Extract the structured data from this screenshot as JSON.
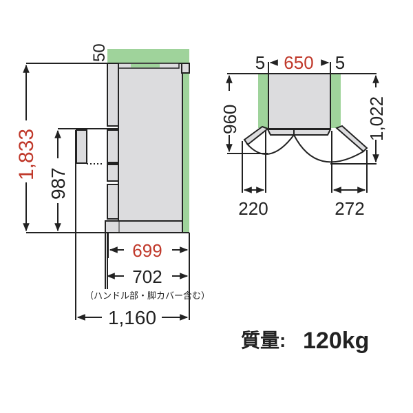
{
  "side_view": {
    "top_clearance": "50",
    "total_height": "1,833",
    "door_height": "987",
    "body_depth": "699",
    "depth_with_handle": "702",
    "handle_note": "（ハンドル部・脚カバー含む）",
    "depth_door_open": "1,160"
  },
  "top_view": {
    "left_clearance": "5",
    "width": "650",
    "right_clearance": "5",
    "depth_left_door_open": "960",
    "depth_right_door_open": "1,022",
    "left_door_swing": "220",
    "right_door_swing": "272"
  },
  "weight": {
    "label": "質量:",
    "value": "120kg"
  },
  "colors": {
    "highlight": "#c0392b",
    "clearance_green": "#9fd39b",
    "body_gray": "#dcdcde",
    "line": "#222222"
  }
}
